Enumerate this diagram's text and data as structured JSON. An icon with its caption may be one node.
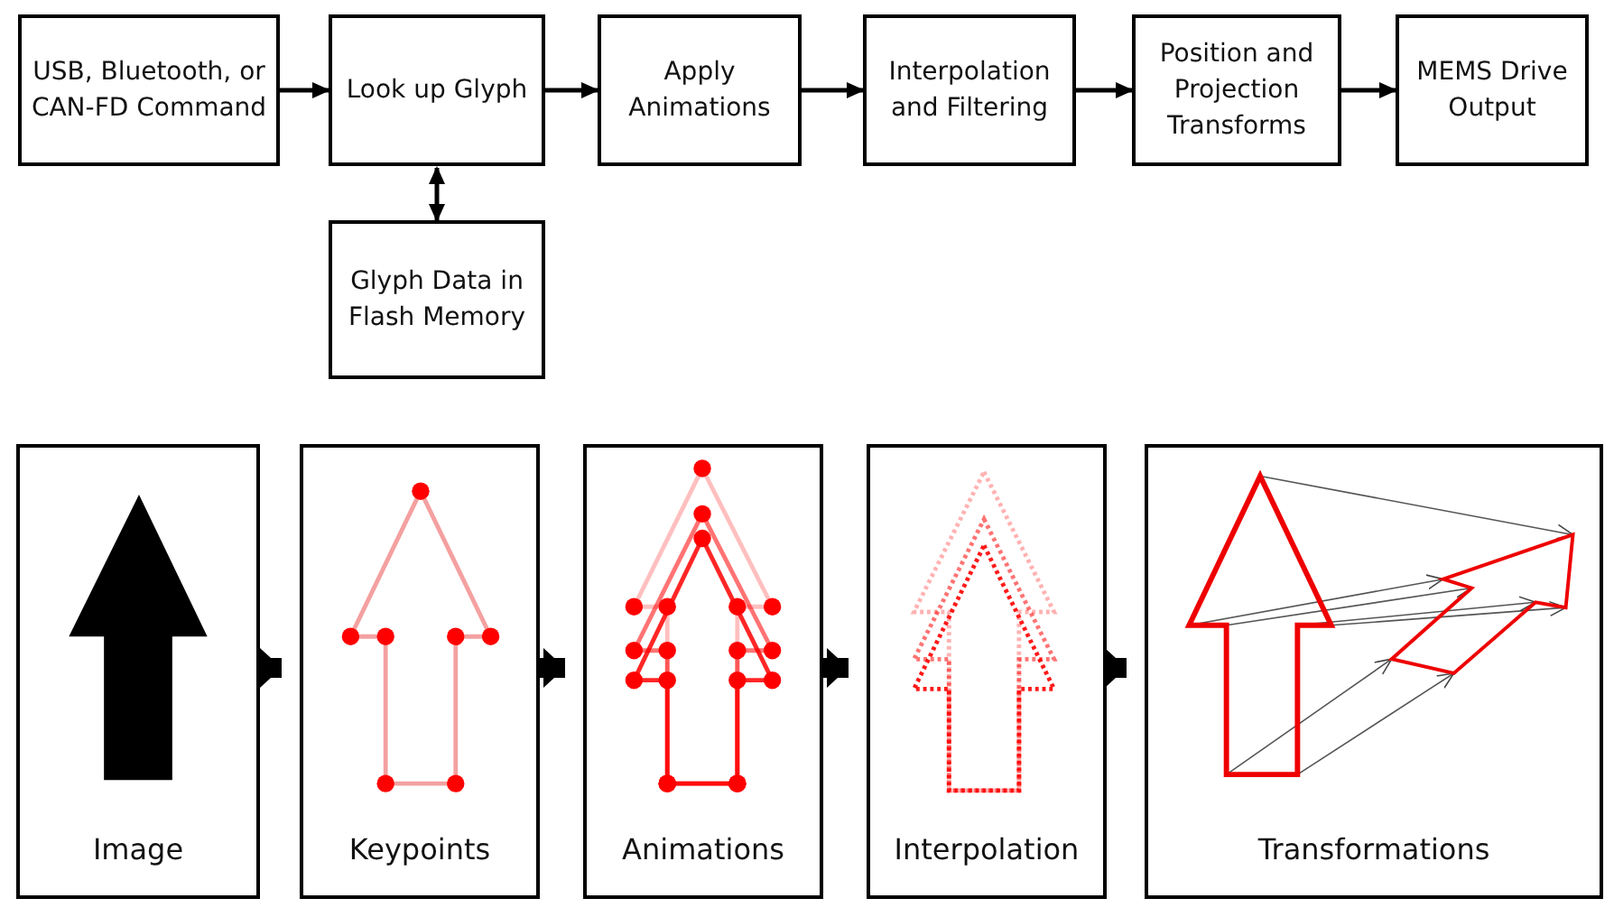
{
  "diagram": {
    "nodes": [
      {
        "text": [
          "USB, Bluetooth, or CAN-FD Command"
        ]
      },
      {
        "text": [
          "Look up Glyph"
        ]
      },
      {
        "text": [
          "Apply Animations"
        ]
      },
      {
        "text": [
          "Interpolation and Filtering"
        ]
      },
      {
        "text": [
          "Position and Projection Transforms"
        ]
      },
      {
        "text": [
          "MEMS Drive Output"
        ]
      },
      {
        "text": [
          "Glyph Data in Flash Memory"
        ]
      },
      {
        "text": [
          "Image"
        ]
      },
      {
        "text": [
          "Keypoints"
        ]
      },
      {
        "text": [
          "Animations"
        ]
      },
      {
        "text": [
          "Interpolation"
        ]
      },
      {
        "text": [
          "Transformations"
        ]
      }
    ],
    "edges": [
      {
        "from": 0,
        "to": 1,
        "arrow": "to"
      },
      {
        "from": 1,
        "to": 2,
        "arrow": "to"
      },
      {
        "from": 2,
        "to": 3,
        "arrow": "to"
      },
      {
        "from": 3,
        "to": 4,
        "arrow": "to"
      },
      {
        "from": 4,
        "to": 5,
        "arrow": "to"
      },
      {
        "from": 1,
        "to": 6,
        "arrow": "both"
      },
      {
        "from": 7,
        "to": 8,
        "arrow": "to",
        "style": "thick"
      },
      {
        "from": 8,
        "to": 9,
        "arrow": "to",
        "style": "thick"
      },
      {
        "from": 9,
        "to": 10,
        "arrow": "to",
        "style": "thick"
      },
      {
        "from": 10,
        "to": 11,
        "arrow": "to",
        "style": "thick"
      }
    ]
  }
}
